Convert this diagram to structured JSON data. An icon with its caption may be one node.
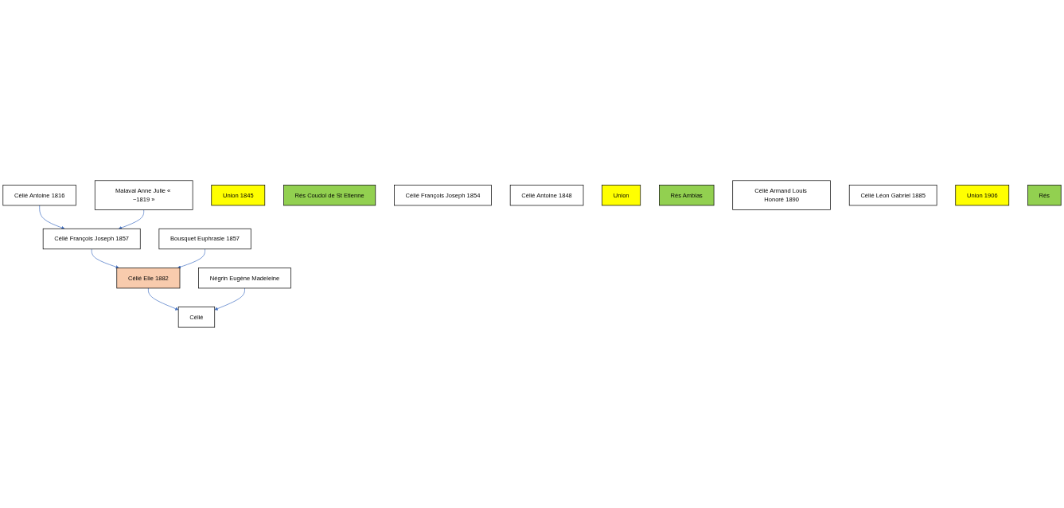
{
  "diagram": {
    "nodes": [
      {
        "text": [
          "Célié Antoine 1816"
        ]
      },
      {
        "text": [
          "Malaval Anne Julie « ~1819 »"
        ]
      },
      {
        "text": [
          "Union 1845"
        ]
      },
      {
        "text": [
          "Rés Coudol de St Etienne"
        ]
      },
      {
        "text": [
          "Célié François Joseph 1854"
        ]
      },
      {
        "text": [
          "Célié Antoine 1848"
        ]
      },
      {
        "text": [
          "Célié François Joseph 1857"
        ]
      },
      {
        "text": [
          "Bousquet Euphrasie 1857"
        ]
      },
      {
        "text": [
          "Union"
        ]
      },
      {
        "text": [
          "Rés Ambias"
        ]
      },
      {
        "text": [
          "Célié Armand Louis Honoré 1890"
        ]
      },
      {
        "text": [
          "Célié Léon Gabriel 1885"
        ]
      },
      {
        "text": [
          "Célié Elie 1882"
        ]
      },
      {
        "text": [
          "Négrin Eugène Madeleine"
        ]
      },
      {
        "text": [
          "Union 1906"
        ]
      },
      {
        "text": [
          "Rés"
        ]
      },
      {
        "text": [
          "Célié"
        ]
      }
    ],
    "edges": [
      {
        "from": 0,
        "to": 6,
        "arrow": "to"
      },
      {
        "from": 1,
        "to": 6,
        "arrow": "to"
      },
      {
        "from": 6,
        "to": 12,
        "arrow": "to"
      },
      {
        "from": 7,
        "to": 12,
        "arrow": "to"
      },
      {
        "from": 12,
        "to": 16,
        "arrow": "to"
      },
      {
        "from": 13,
        "to": 16,
        "arrow": "to"
      }
    ]
  }
}
